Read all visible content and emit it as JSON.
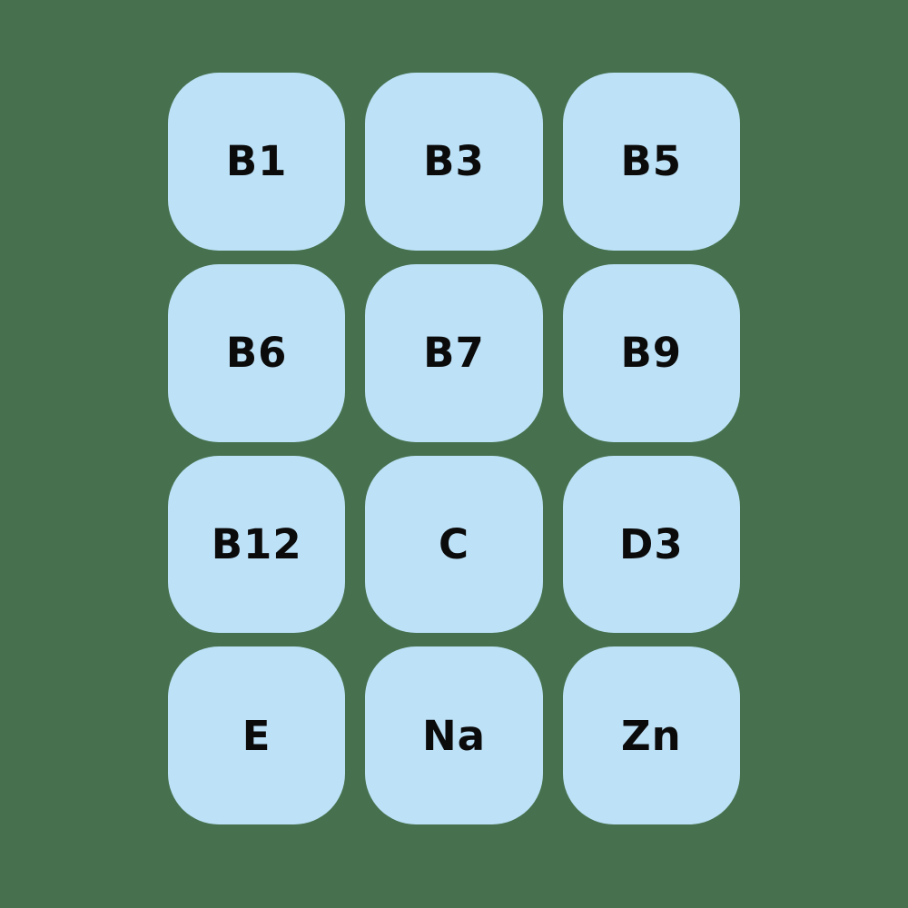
{
  "app": {
    "name": "vitamin-tile-board",
    "colors": {
      "background": "#47714E",
      "tile": "#BDE2F8",
      "tile_text": "#0B0B0B"
    }
  },
  "board": {
    "rows": 4,
    "columns": 3,
    "tiles": [
      {
        "label": "B1"
      },
      {
        "label": "B3"
      },
      {
        "label": "B5"
      },
      {
        "label": "B6"
      },
      {
        "label": "B7"
      },
      {
        "label": "B9"
      },
      {
        "label": "B12"
      },
      {
        "label": "C"
      },
      {
        "label": "D3"
      },
      {
        "label": "E"
      },
      {
        "label": "Na"
      },
      {
        "label": "Zn"
      }
    ]
  }
}
